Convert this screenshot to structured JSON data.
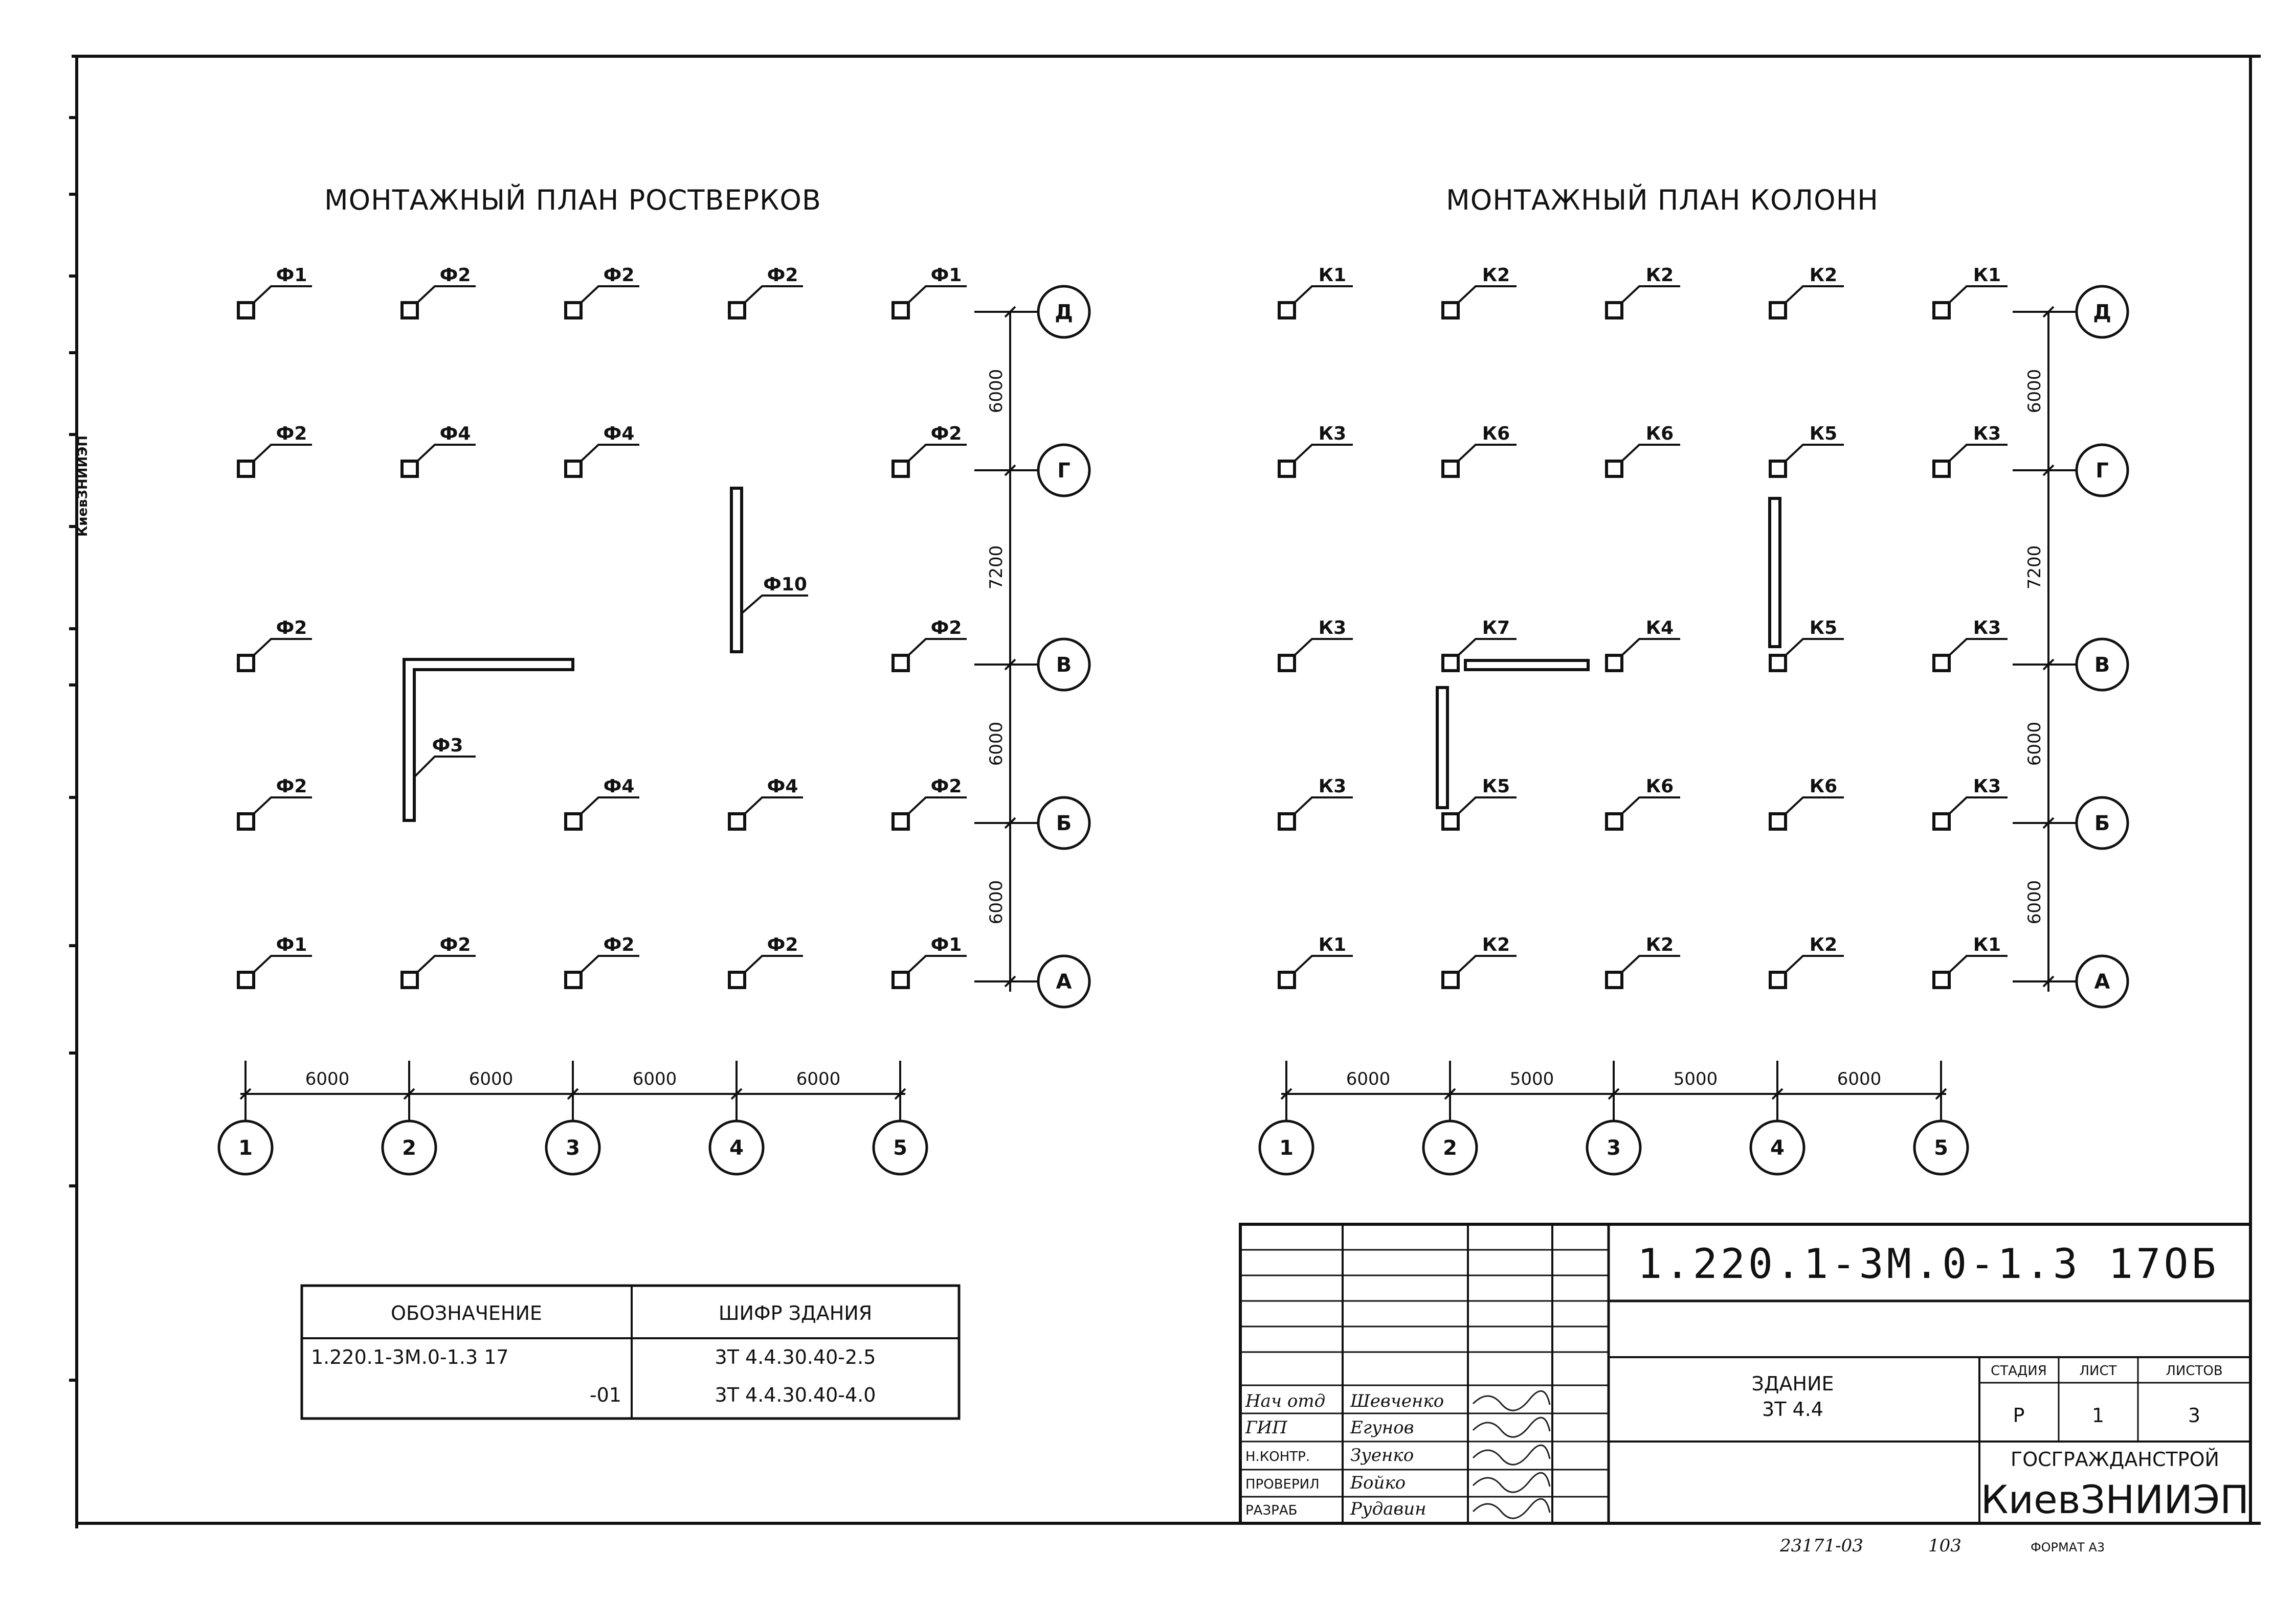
{
  "side_strip": "КиевЗНИИЭП",
  "plans": [
    {
      "title": "МОНТАЖНЫЙ ПЛАН РОСТВЕРКОВ",
      "rows": [
        [
          "Ф1",
          "Ф2",
          "Ф2",
          "Ф2",
          "Ф1"
        ],
        [
          "Ф2",
          "Ф4",
          "Ф4",
          "",
          "Ф2"
        ],
        [
          "Ф2",
          "",
          "",
          "",
          "Ф2"
        ],
        [
          "Ф2",
          "",
          "Ф4",
          "Ф4",
          "Ф2"
        ],
        [
          "Ф1",
          "Ф2",
          "Ф2",
          "Ф2",
          "Ф1"
        ]
      ],
      "beams": [
        "Ф3",
        "Ф10"
      ],
      "axes_rows": [
        "Д",
        "Г",
        "В",
        "Б",
        "А"
      ],
      "row_dims": [
        "6000",
        "7200",
        "6000",
        "6000"
      ],
      "axes_cols": [
        "1",
        "2",
        "3",
        "4",
        "5"
      ],
      "col_dims": [
        "6000",
        "6000",
        "6000",
        "6000"
      ]
    },
    {
      "title": "МОНТАЖНЫЙ ПЛАН КОЛОНН",
      "rows": [
        [
          "К1",
          "К2",
          "К2",
          "К2",
          "К1"
        ],
        [
          "К3",
          "К6",
          "К6",
          "К5",
          "К3"
        ],
        [
          "К3",
          "К7",
          "К4",
          "К5",
          "К3"
        ],
        [
          "К3",
          "К5",
          "К6",
          "К6",
          "К3"
        ],
        [
          "К1",
          "К2",
          "К2",
          "К2",
          "К1"
        ]
      ],
      "axes_rows": [
        "Д",
        "Г",
        "В",
        "Б",
        "А"
      ],
      "row_dims": [
        "6000",
        "7200",
        "6000",
        "6000"
      ],
      "axes_cols": [
        "1",
        "2",
        "3",
        "4",
        "5"
      ],
      "col_dims": [
        "6000",
        "5000",
        "5000",
        "6000"
      ]
    }
  ],
  "table": {
    "headers": [
      "ОБОЗНАЧЕНИЕ",
      "ШИФР ЗДАНИЯ"
    ],
    "rows": [
      [
        "1.220.1-3М.0-1.3 17",
        "3Т 4.4.30.40-2.5"
      ],
      [
        "-01",
        "3Т 4.4.30.40-4.0"
      ]
    ]
  },
  "stamp": {
    "code": "1.220.1-3М.0-1.3 17ОБ",
    "building": "ЗДАНИЕ",
    "building_code": "3Т 4.4",
    "stage_label": "СТАДИЯ",
    "sheet_label": "ЛИСТ",
    "sheets_label": "ЛИСТОВ",
    "stage": "Р",
    "sheet": "1",
    "sheets": "3",
    "org_top": "ГОСГРАЖДАНСТРОЙ",
    "org": "КиевЗНИИЭП",
    "people": [
      {
        "role": "Нач отд",
        "name": "Шевченко"
      },
      {
        "role": "ГИП",
        "name": "Егунов"
      },
      {
        "role": "Н.КОНТР.",
        "name": "Зуенко"
      },
      {
        "role": "ПРОВЕРИЛ",
        "name": "Бойко"
      },
      {
        "role": "РАЗРАБ",
        "name": "Рудавин"
      }
    ]
  },
  "footer": {
    "inventory": "23171-03",
    "page": "103",
    "format": "ФОРМАТ А3"
  }
}
